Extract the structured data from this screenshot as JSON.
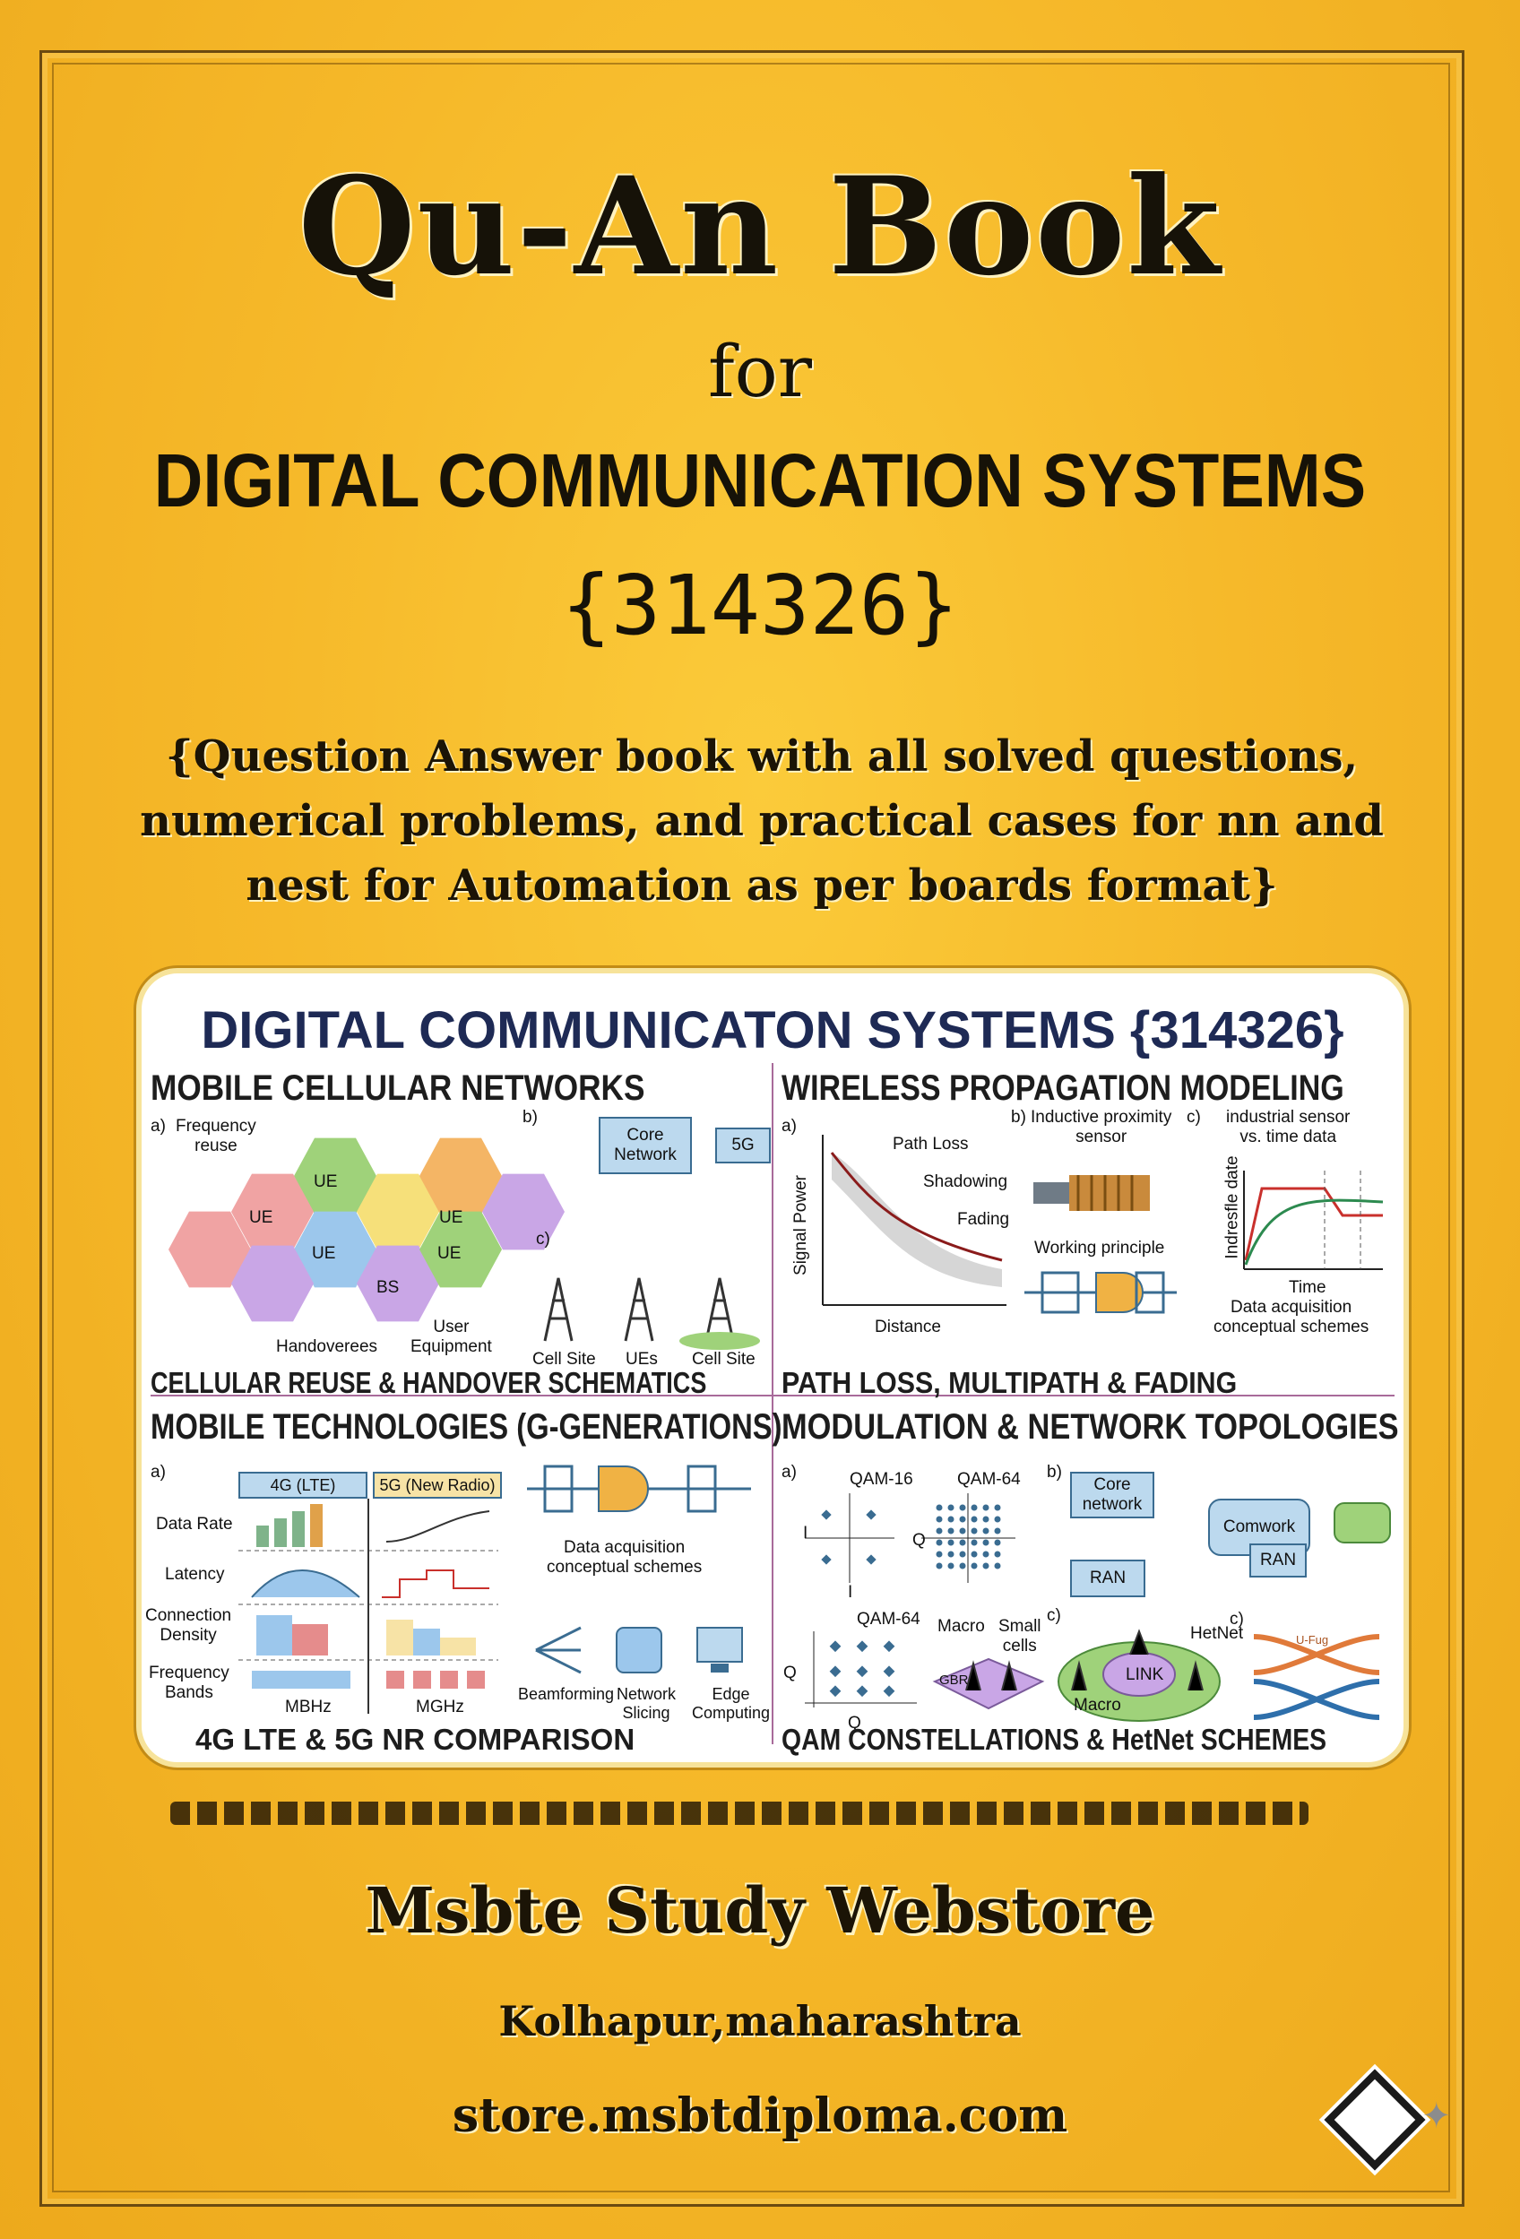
{
  "cover": {
    "title": "Qu-An Book",
    "for": "for",
    "subject": "DIGITAL COMMUNICATION SYSTEMS",
    "code": "{314326}",
    "description_lines": [
      "{Question Answer book with all solved questions,",
      "numerical problems, and practical cases for nn and",
      "nest for Automation as per boards format}"
    ],
    "publisher": "Msbte Study Webstore",
    "location": "Kolhapur,maharashtra",
    "website": "store.msbtdiploma.com"
  },
  "panel": {
    "title": "DIGITAL COMMUNICATON SYSTEMS {314326}",
    "q1": {
      "heading": "MOBILE CELLULAR NETWORKS",
      "footer": "CELLULAR REUSE & HANDOVER SCHEMATICS",
      "a": "a)",
      "freq_reuse": "Frequency\nreuse",
      "ue": "UE",
      "bs": "BS",
      "handoverees": "Handoverees",
      "user_equipment": "User\nEquipment",
      "b": "b)",
      "core_network": "Core\nNetwork",
      "five_g": "5G",
      "c": "c)",
      "cell_site": "Cell Site",
      "ues": "UEs"
    },
    "q2": {
      "heading": "WIRELESS PROPAGATION MODELING",
      "footer": "PATH LOSS, MULTIPATH & FADING",
      "a": "a)",
      "path_loss": "Path Loss",
      "shadowing": "Shadowing",
      "fading": "Fading",
      "signal_power": "Signal Power",
      "distance": "Distance",
      "b": "b)",
      "inductive": "Inductive proximity\nsensor",
      "working": "Working principle",
      "c": "c)",
      "industrial": "industrial sensor\nvs. time data",
      "indrestle": "Indresfle date",
      "time": "Time",
      "daq": "Data acquisition\nconceptual schemes"
    },
    "q3": {
      "heading": "MOBILE TECHNOLOGIES (G-GENERATIONS)",
      "footer": "4G LTE & 5G NR COMPARISON",
      "a": "a)",
      "lte": "4G (LTE)",
      "nr": "5G (New Radio)",
      "data_rate": "Data Rate",
      "latency": "Latency",
      "density": "Connection\nDensity",
      "bands": "Frequency\nBands",
      "mbhz": "MBHz",
      "mghz": "MGHz",
      "daq": "Data acquisition\nconceptual schemes",
      "beamforming": "Beamforming",
      "slicing": "Network\nSlicing",
      "edge": "Edge\nComputing"
    },
    "q4": {
      "heading": "MODULATION & NETWORK TOPOLOGIES",
      "footer": "QAM CONSTELLATIONS & HetNet SCHEMES",
      "a": "a)",
      "qam16": "QAM-16",
      "qam64": "QAM-64",
      "i": "I",
      "q": "Q",
      "b": "b)",
      "core": "Core\nnetwork",
      "ran": "RAN",
      "comwork": "Comwork",
      "c": "c)",
      "macro": "Macro",
      "small": "Small\ncells",
      "hetnet": "HetNet",
      "link": "LINK",
      "gbr": "GBR",
      "ufug": "U-Fug"
    }
  },
  "colors": {
    "background": "#f4b623",
    "panel_title": "#1e2a55",
    "text": "#161208",
    "diagram_blue": "#bcd9ee",
    "hex_green": "#9fd27a",
    "hex_orange": "#f4b565",
    "hex_purple": "#c9a6e6",
    "hex_red": "#f0a3a3",
    "hex_blue": "#9cc7ec",
    "hex_yellow": "#f6e07a"
  },
  "icons": [
    "hexagon-cell-icon",
    "cell-tower-icon",
    "sensor-icon",
    "antenna-icon",
    "diamond-logo-icon",
    "sparkle-icon"
  ]
}
